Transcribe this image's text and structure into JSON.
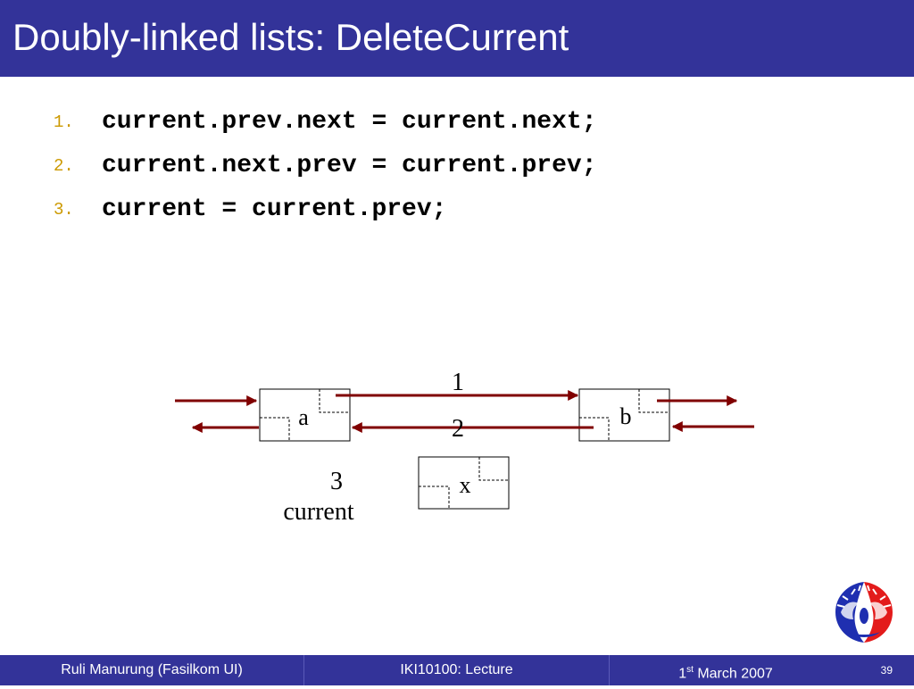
{
  "slide": {
    "title": "Doubly-linked lists: DeleteCurrent"
  },
  "code": [
    {
      "num": "1.",
      "text": "current.prev.next = current.next;"
    },
    {
      "num": "2.",
      "text": "current.next.prev = current.prev;"
    },
    {
      "num": "3.",
      "text": "current = current.prev;"
    }
  ],
  "diagram": {
    "nodes": [
      {
        "id": "a",
        "label": "a"
      },
      {
        "id": "b",
        "label": "b"
      },
      {
        "id": "x",
        "label": "x"
      }
    ],
    "step_labels": [
      "1",
      "2",
      "3"
    ],
    "pointer_label": "current"
  },
  "footer": {
    "author": "Ruli Manurung (Fasilkom UI)",
    "course": "IKI10100: Lecture",
    "date_day": "1",
    "date_suffix": "st",
    "date_rest": " March 2007",
    "page": "39"
  },
  "colors": {
    "title_bar": "#333399",
    "arrow": "#800000",
    "list_number": "#cc9900"
  }
}
